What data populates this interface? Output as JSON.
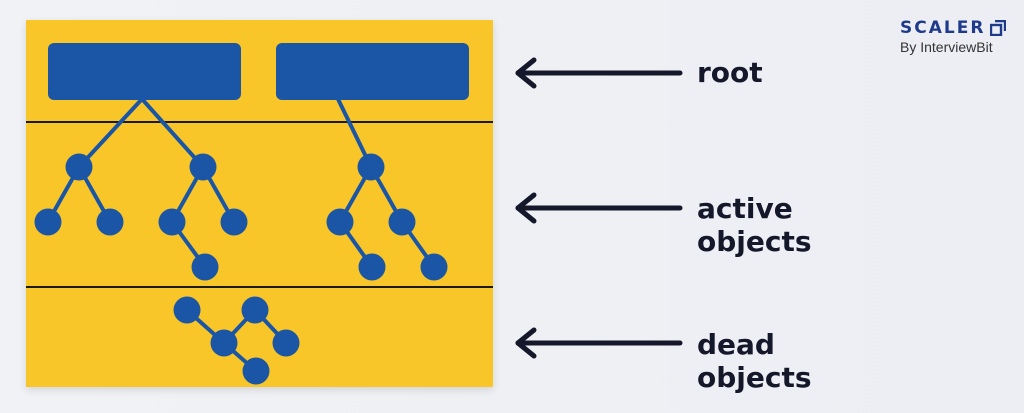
{
  "colors": {
    "panel": "#f9c62b",
    "node": "#1a56a5",
    "arrow": "#15172a",
    "divider": "#1a1a1a"
  },
  "labels": {
    "root": "root",
    "active_line1": "active",
    "active_line2": "objects",
    "dead_line1": "dead",
    "dead_line2": "objects"
  },
  "logo": {
    "title": "SCALER",
    "subtitle": "By InterviewBit"
  }
}
